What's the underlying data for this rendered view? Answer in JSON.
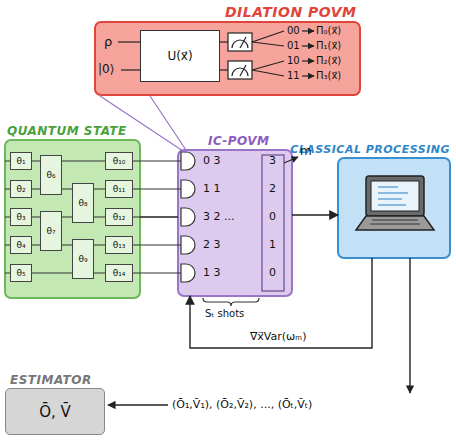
{
  "diagram": {
    "nodes": [
      {
        "text": [
          "DILATION POVM"
        ]
      },
      {
        "text": [
          "U(x⃗)"
        ],
        "in": 0
      },
      {
        "text": [
          "QUANTUM STATE"
        ]
      },
      {
        "text": [
          "θ₁"
        ],
        "in": 2
      },
      {
        "text": [
          "θ₂"
        ],
        "in": 2
      },
      {
        "text": [
          "θ₃"
        ],
        "in": 2
      },
      {
        "text": [
          "θ₄"
        ],
        "in": 2
      },
      {
        "text": [
          "θ₅"
        ],
        "in": 2
      },
      {
        "text": [
          "θ₆"
        ],
        "in": 2
      },
      {
        "text": [
          "θ₇"
        ],
        "in": 2
      },
      {
        "text": [
          "θ₈"
        ],
        "in": 2
      },
      {
        "text": [
          "θ₉"
        ],
        "in": 2
      },
      {
        "text": [
          "θ₁₀"
        ],
        "in": 2
      },
      {
        "text": [
          "θ₁₁"
        ],
        "in": 2
      },
      {
        "text": [
          "θ₁₂"
        ],
        "in": 2
      },
      {
        "text": [
          "θ₁₃"
        ],
        "in": 2
      },
      {
        "text": [
          "θ₁₄"
        ],
        "in": 2
      },
      {
        "text": [
          "IC-POVM"
        ]
      },
      {
        "text": [
          "CLASSICAL PROCESSING"
        ]
      },
      {
        "text": [
          "ESTIMATOR",
          "Ō, V̄"
        ]
      }
    ],
    "edges": [
      {
        "from": 2,
        "to": 17,
        "arrow": "none"
      },
      {
        "from": 17,
        "to": 18,
        "arrow": "to"
      },
      {
        "from": 18,
        "to": 17,
        "label": "∇x⃗Var(ωₘ)",
        "arrow": "to"
      }
    ],
    "labels": [
      "ρ",
      "|0⟩",
      "00",
      "Π₀(x⃗)",
      "01",
      "Π₁(x⃗)",
      "10",
      "Π₂(x⃗)",
      "11",
      "Π₃(x⃗)",
      "0 3",
      "1 1",
      "3 2 ...",
      "2 3",
      "1 3",
      "3",
      "2",
      "0",
      "1",
      "0",
      "m",
      "Sₜ shots",
      "(Ō₁,V̄₁), (Ō₂,V̄₂), ..., (Ōₜ,V̄ₜ)"
    ]
  }
}
